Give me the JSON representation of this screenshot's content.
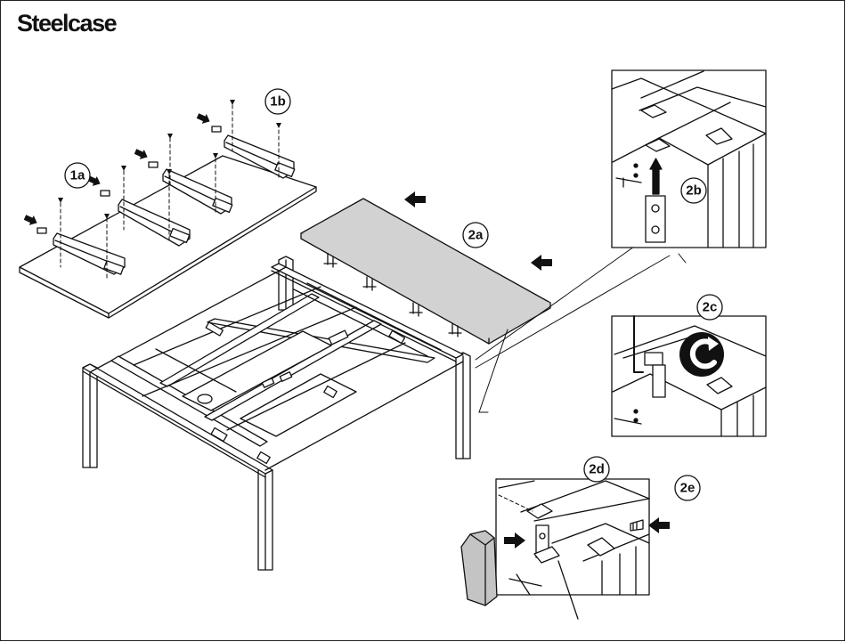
{
  "brand": {
    "name": "Steelcase"
  },
  "callouts": {
    "c1a": "1a",
    "c1b": "1b",
    "c2a": "2a",
    "c2b": "2b",
    "c2c": "2c",
    "c2d": "2d",
    "c2e": "2e"
  },
  "icons": [
    "push-arrow-icon",
    "rotate-clockwise-icon",
    "screw-icon"
  ],
  "colors": {
    "panel": "#d2d2d2",
    "cover": "#c4c4c4",
    "line": "#111111"
  }
}
